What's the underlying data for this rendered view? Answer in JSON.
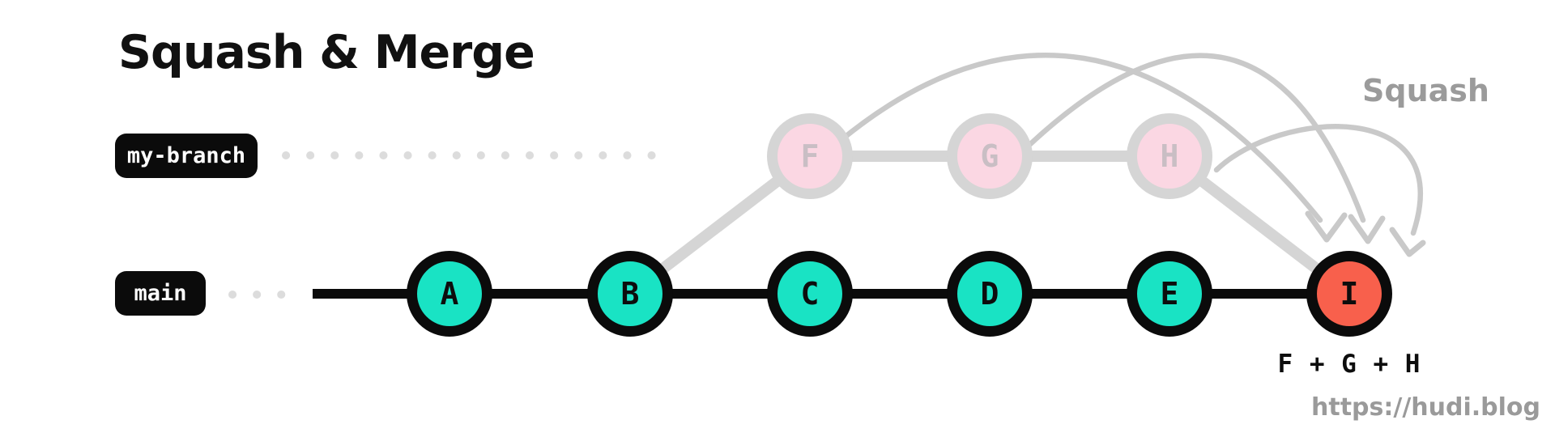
{
  "title": "Squash & Merge",
  "badges": {
    "branch": "my-branch",
    "main": "main"
  },
  "annotations": {
    "squash": "Squash",
    "squashed_commits": "F + G + H",
    "watermark": "https://hudi.blog"
  },
  "commits": {
    "main": [
      {
        "label": "A"
      },
      {
        "label": "B"
      },
      {
        "label": "C"
      },
      {
        "label": "D"
      },
      {
        "label": "E"
      }
    ],
    "branch": [
      {
        "label": "F"
      },
      {
        "label": "G"
      },
      {
        "label": "H"
      }
    ],
    "merge": {
      "label": "I"
    }
  },
  "colors": {
    "commit_fill": "#19e3c4",
    "merge_commit_fill": "#f8604c",
    "branch_commit_fill": "#fbd7e3",
    "node_border": "#0b0b0b",
    "branch_stroke": "#d5d5d5",
    "main_line": "#0b0b0b",
    "dotted_line": "#dcdcdc",
    "squash_arrow": "#c9c9c9",
    "muted_text": "#9b9b9b"
  }
}
